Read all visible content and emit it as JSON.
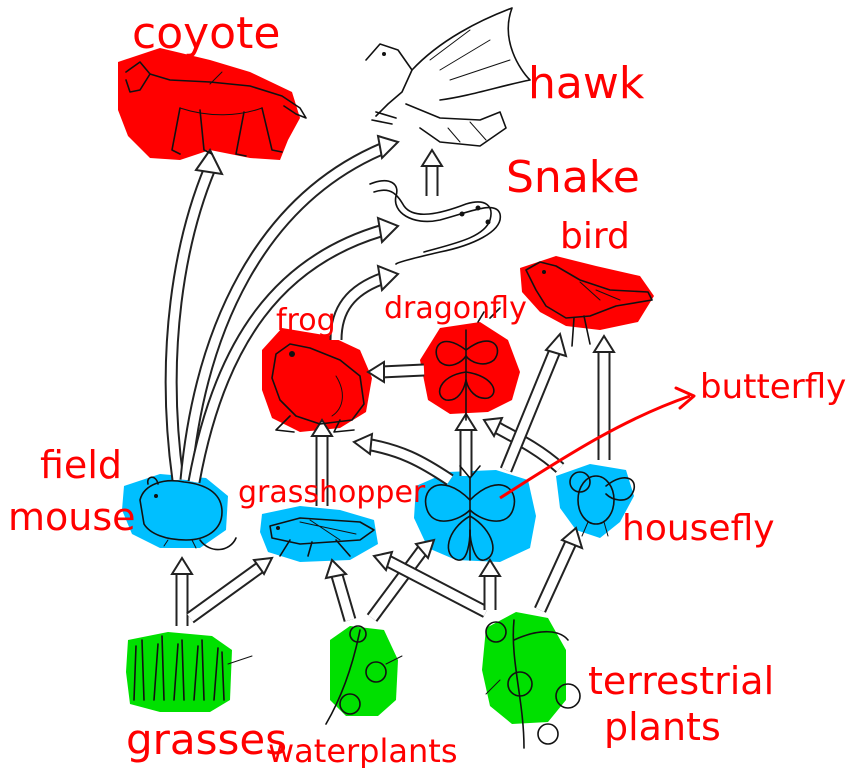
{
  "diagram": {
    "organisms": [
      {
        "id": "coyote",
        "label": "coyote",
        "highlight": "#ff0000"
      },
      {
        "id": "hawk",
        "label": "hawk",
        "highlight": "none"
      },
      {
        "id": "snake",
        "label": "Snake",
        "highlight": "none"
      },
      {
        "id": "bird",
        "label": "bird",
        "highlight": "#ff0000"
      },
      {
        "id": "frog",
        "label": "frog",
        "highlight": "#ff0000"
      },
      {
        "id": "dragonfly",
        "label": "dragonfly",
        "highlight": "#ff0000"
      },
      {
        "id": "butterfly",
        "label": "butterfly",
        "highlight": "#00bfff"
      },
      {
        "id": "field-mouse",
        "label_line1": "field",
        "label_line2": "mouse",
        "highlight": "#00bfff"
      },
      {
        "id": "grasshopper",
        "label": "grasshopper",
        "highlight": "#00bfff"
      },
      {
        "id": "housefly",
        "label": "housefly",
        "highlight": "#00bfff"
      },
      {
        "id": "grasses",
        "label": "grasses",
        "highlight": "#00e000"
      },
      {
        "id": "waterplants",
        "label": "waterplants",
        "highlight": "#00e000"
      },
      {
        "id": "terrestrial-plants",
        "label_line1": "terrestrial",
        "label_line2": "plants",
        "highlight": "#00e000"
      }
    ],
    "colors": {
      "label_ink": "#ff0000",
      "carnivore_highlight": "#ff0000",
      "primary_consumer_highlight": "#00bfff",
      "producer_highlight": "#00e000"
    }
  }
}
